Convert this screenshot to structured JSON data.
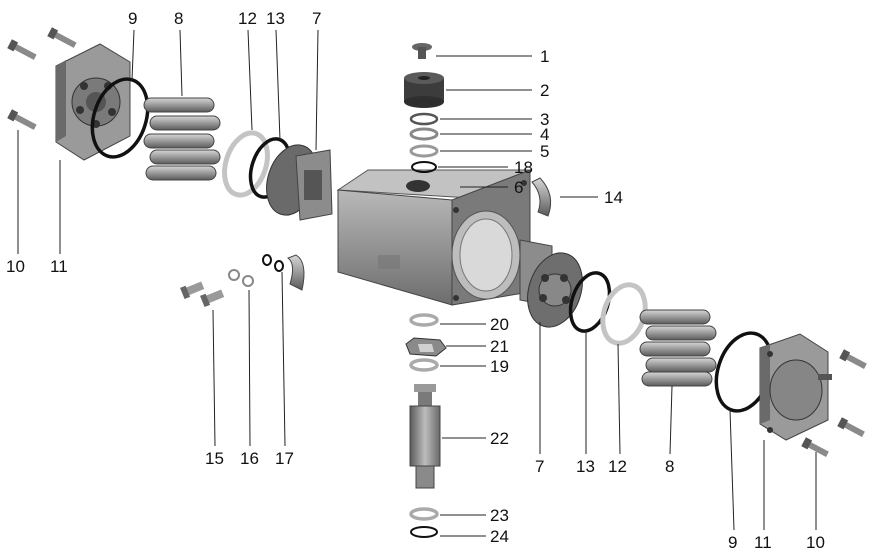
{
  "labels": {
    "l1": "1",
    "l2": "2",
    "l3": "3",
    "l4": "4",
    "l5": "5",
    "l6": "6",
    "l18": "18",
    "l14": "14",
    "l7_top": "7",
    "l8_top": "8",
    "l9_top": "9",
    "l12_top": "12",
    "l13_top": "13",
    "l10_left": "10",
    "l11_left": "11",
    "l15": "15",
    "l16": "16",
    "l17": "17",
    "l20": "20",
    "l21": "21",
    "l19": "19",
    "l22": "22",
    "l23": "23",
    "l24": "24",
    "l7_bottom": "7",
    "l13_bottom": "13",
    "l12_bottom": "12",
    "l8_bottom": "8",
    "l9_bottom": "9",
    "l11_bottom": "11",
    "l10_bottom": "10"
  },
  "colors": {
    "metal_dark": "#4a4a4a",
    "metal_mid": "#8a8a8a",
    "metal_light": "#c8c8c8",
    "oring": "#111111",
    "ptfe_ring": "#cfcfcf"
  }
}
